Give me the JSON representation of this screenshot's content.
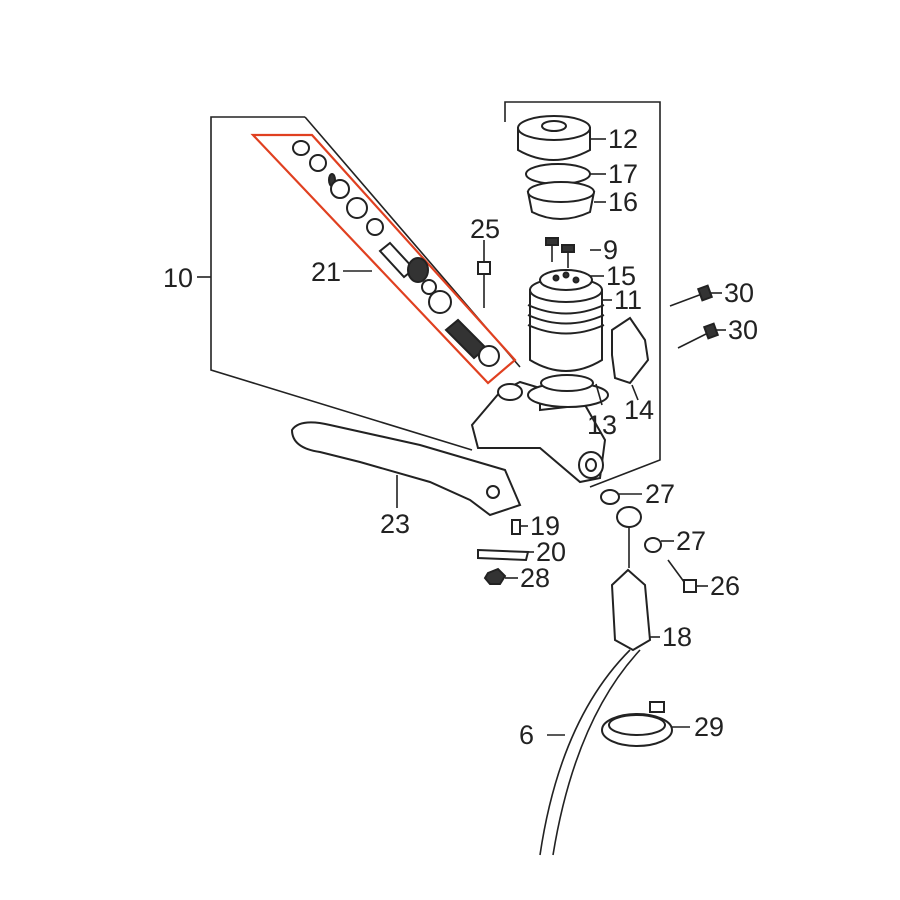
{
  "diagram": {
    "highlight_color": "#e04020",
    "line_color": "#222222",
    "labels": {
      "l10": "10",
      "l21": "21",
      "l25": "25",
      "l12": "12",
      "l17": "17",
      "l16": "16",
      "l9": "9",
      "l15": "15",
      "l11": "11",
      "l13": "13",
      "l14": "14",
      "l30a": "30",
      "l30b": "30",
      "l23": "23",
      "l27a": "27",
      "l27b": "27",
      "l26": "26",
      "l19": "19",
      "l20": "20",
      "l28": "28",
      "l18": "18",
      "l29": "29",
      "l6": "6"
    }
  }
}
